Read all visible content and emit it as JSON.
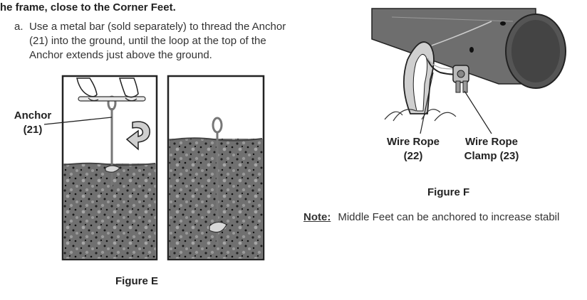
{
  "section": {
    "heading": "he frame, close to the Corner Feet.",
    "step": {
      "marker": "a.",
      "text": "Use a metal bar (sold separately) to thread the Anchor (21) into the ground, until the loop at the top of the Anchor extends just above the ground."
    }
  },
  "figure_e": {
    "callout_anchor": {
      "line1": "Anchor",
      "line2": "(21)"
    },
    "caption": "Figure E"
  },
  "figure_f": {
    "callout_wire_rope": {
      "line1": "Wire Rope",
      "line2": "(22)"
    },
    "callout_clamp": {
      "line1": "Wire Rope",
      "line2": "Clamp (23)"
    },
    "caption": "Figure F"
  },
  "note": {
    "label": "Note:",
    "text": "Middle Feet can be anchored to increase stabil"
  }
}
